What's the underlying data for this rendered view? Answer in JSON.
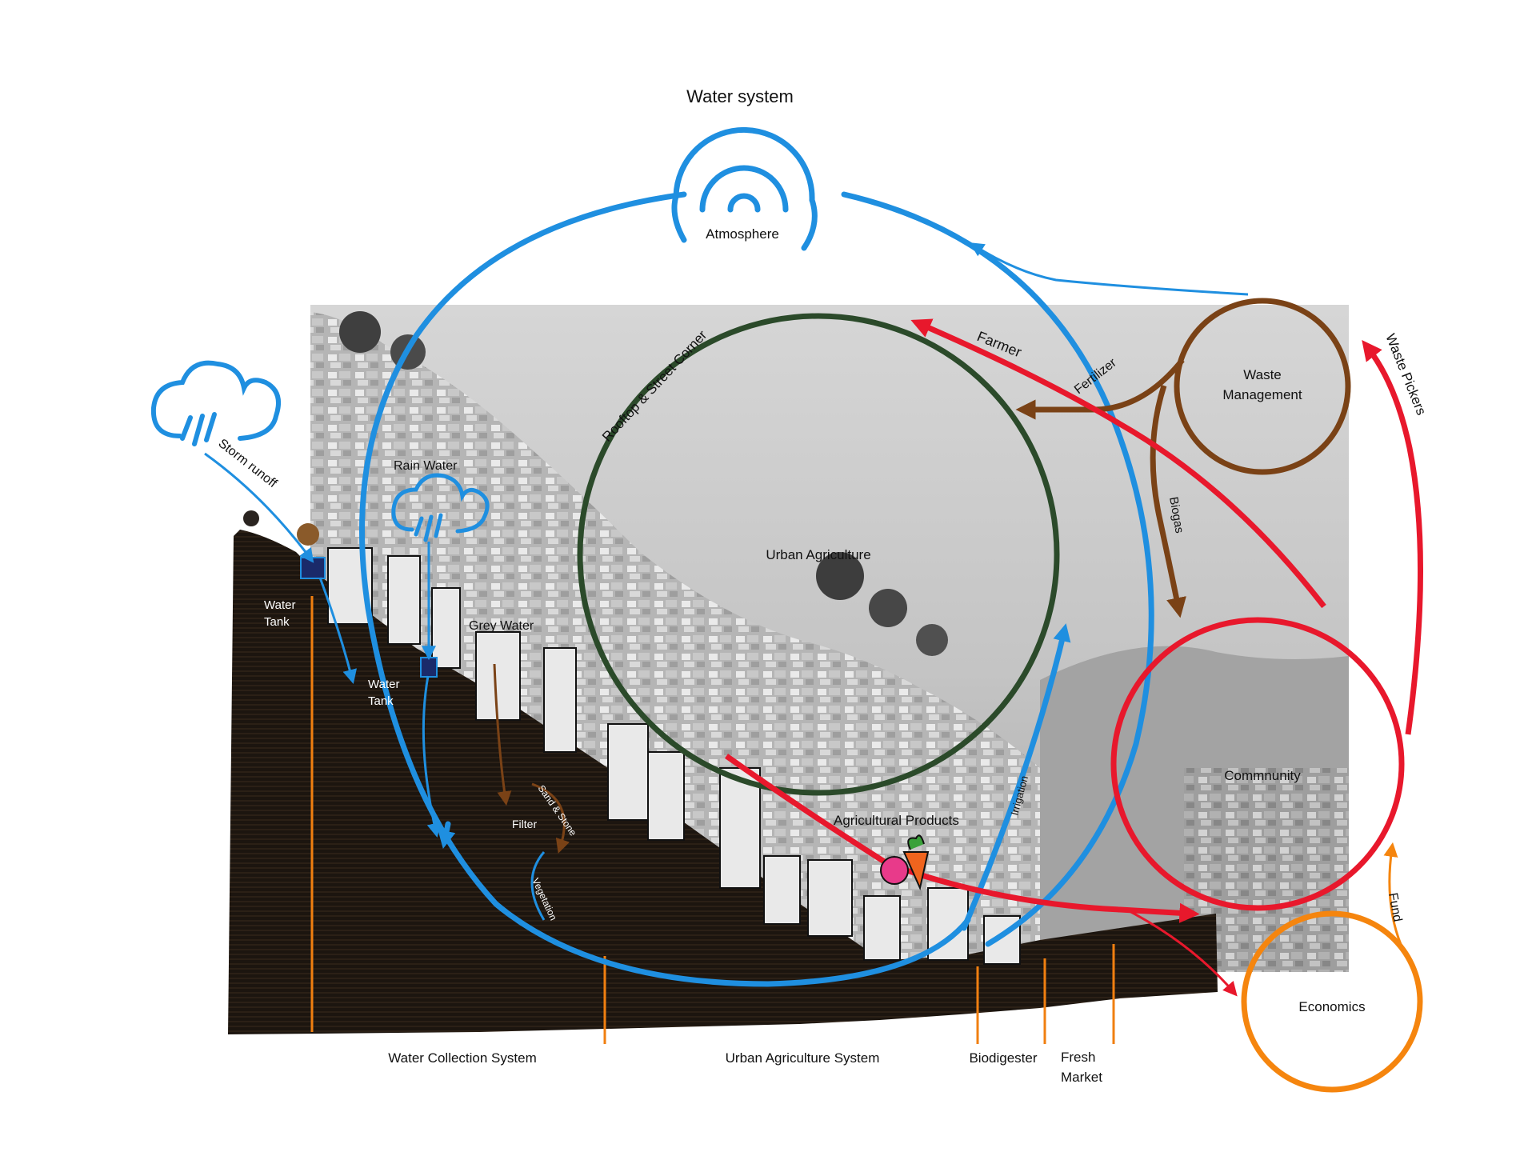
{
  "title": "Water system",
  "nodes": {
    "atmosphere": "Atmosphere",
    "urban_agriculture": "Urban Agriculture",
    "waste_management": [
      "Waste",
      "Management"
    ],
    "community": "Commnunity",
    "economics": "Economics"
  },
  "flows": {
    "storm_runoff": "Storm runoff",
    "rain_water": "Rain Water",
    "grey_water": "Grey Water",
    "water_tank": [
      "Water",
      "Tank"
    ],
    "filter": "Filter",
    "sand_stone": "Sand & Stone",
    "vegetation": "Vegetation",
    "irrigation": "Irrigation",
    "rooftop": "Rooftop & Street Corner",
    "farmer": "Farmer",
    "fertilizer": "Fertilizer",
    "biogas": "Biogas",
    "waste_pickers": "Waste Pickers",
    "agricultural_products": "Agricultural Products",
    "fund": "Fund"
  },
  "bottom_labels": {
    "water_collection": "Water Collection System",
    "urban_agriculture_system": "Urban Agriculture System",
    "biodigester": "Biodigester",
    "fresh_market": [
      "Fresh",
      "Market"
    ]
  },
  "icons": [
    "rain-cloud-icon",
    "atmosphere-waves-icon",
    "fruit-vegetable-icon"
  ],
  "colors": {
    "water": "#1f8fe0",
    "agriculture": "#2b4a2a",
    "waste": "#7a4216",
    "community": "#e8182c",
    "economics": "#f5850e",
    "ground": "#1e1710",
    "marker": "#f07f10"
  }
}
